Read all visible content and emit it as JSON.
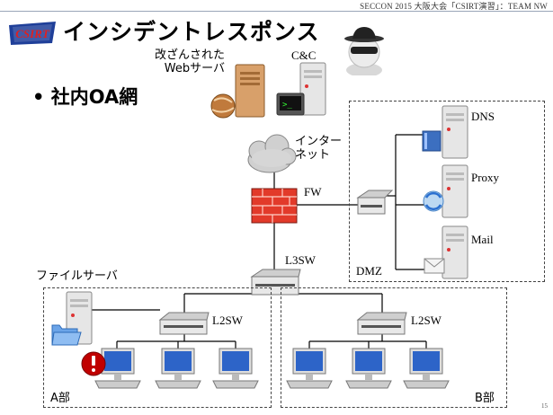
{
  "header": {
    "event": "SECCON 2015 大阪大会「CSIRT演習」：TEAM NW"
  },
  "logo": {
    "text": "CSIRT"
  },
  "slide": {
    "title": "インシデントレスポンス",
    "bullet": "社内OA網",
    "page_number": "15"
  },
  "nodes": {
    "tampered_server": "改ざんされた\nWebサーバ",
    "cnc": "C&C",
    "internet": "インター\nネット",
    "fw": "FW",
    "l3sw": "L3SW",
    "dns": "DNS",
    "proxy": "Proxy",
    "mail": "Mail",
    "dmz": "DMZ",
    "file_server": "ファイルサーバ",
    "l2sw_a": "L2SW",
    "l2sw_b": "L2SW",
    "zone_a": "A部",
    "zone_b": "B部"
  },
  "colors": {
    "header_rule": "#9aa5b8",
    "firewall": "#e23a2a",
    "alert": "#c00000",
    "screen": "#2d64c8"
  },
  "icons": {
    "spy": "spy-icon",
    "alert": "alert-icon"
  }
}
